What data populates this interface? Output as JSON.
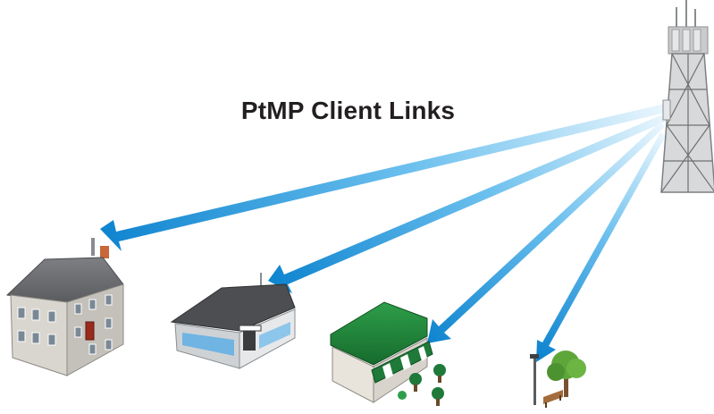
{
  "diagram": {
    "title": "PtMP Client Links",
    "link_color": "#1a8fd4",
    "link_fade_color": "#cde9f8",
    "nodes": [
      {
        "id": "base-station-tower",
        "icon": "cell-tower-icon"
      },
      {
        "id": "client-large-house",
        "icon": "house-icon"
      },
      {
        "id": "client-office-building",
        "icon": "office-building-icon"
      },
      {
        "id": "client-cafe",
        "icon": "cafe-icon"
      },
      {
        "id": "client-park-lamp",
        "icon": "street-lamp-icon"
      }
    ],
    "links": [
      {
        "from": "base-station-tower",
        "to": "client-large-house"
      },
      {
        "from": "base-station-tower",
        "to": "client-office-building"
      },
      {
        "from": "base-station-tower",
        "to": "client-cafe"
      },
      {
        "from": "base-station-tower",
        "to": "client-park-lamp"
      }
    ]
  }
}
